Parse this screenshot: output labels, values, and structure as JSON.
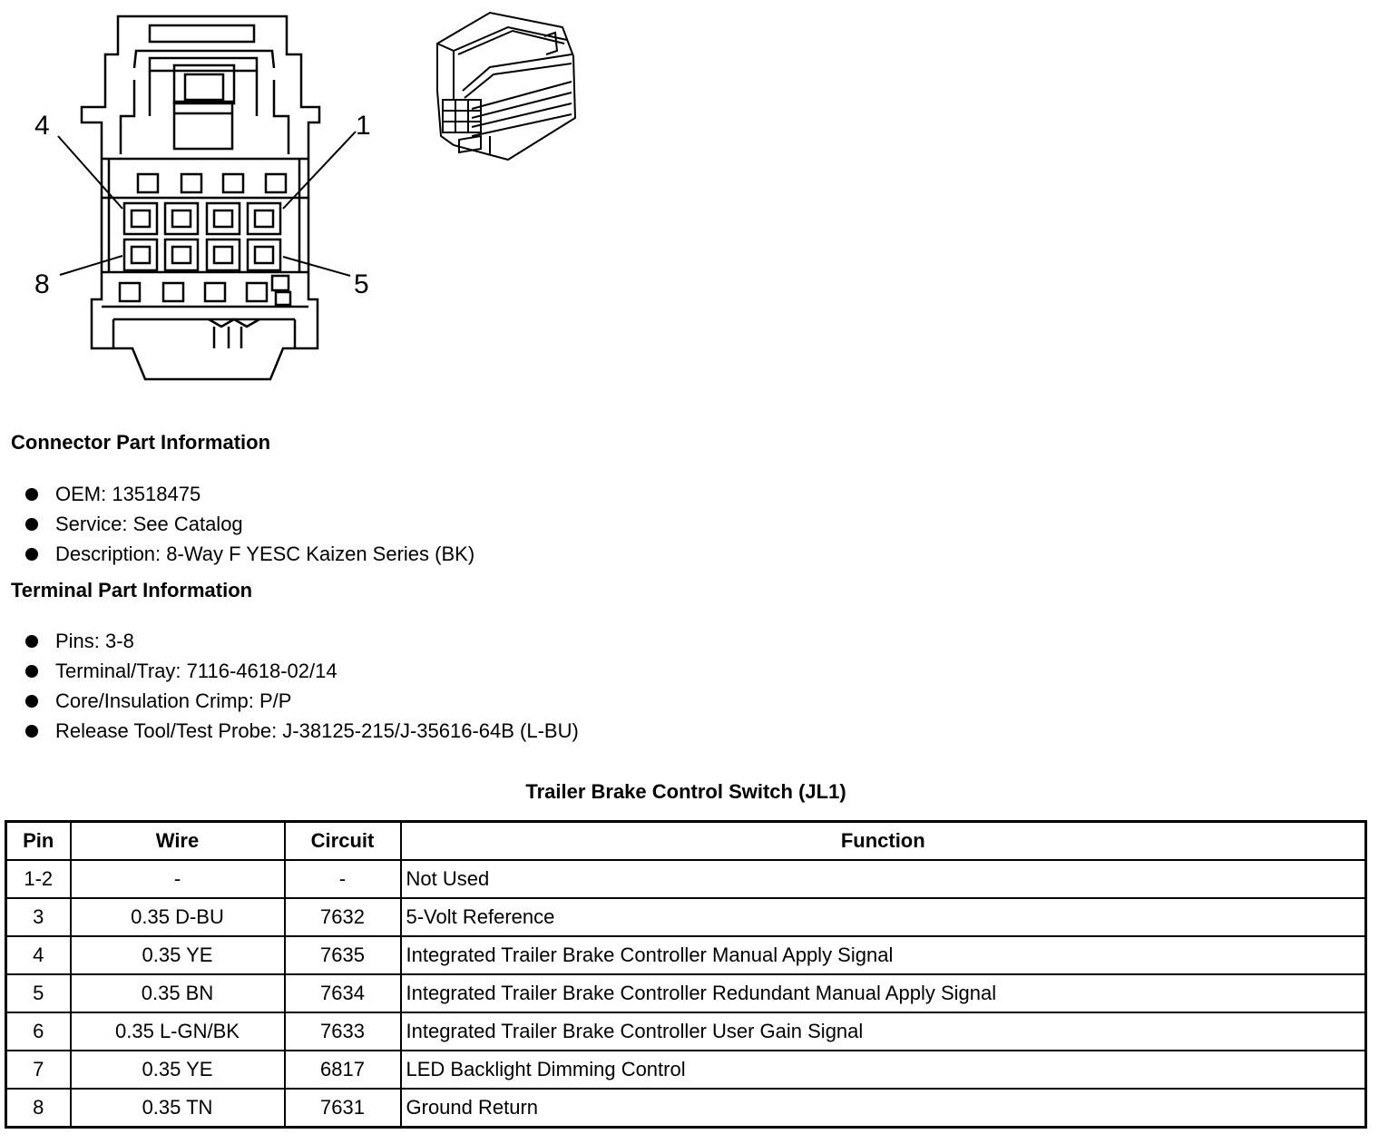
{
  "connector_diagram": {
    "callouts": [
      "4",
      "1",
      "8",
      "5"
    ]
  },
  "connector_info": {
    "heading": "Connector Part Information",
    "items": [
      "OEM: 13518475",
      "Service: See Catalog",
      "Description: 8-Way F YESC Kaizen Series (BK)"
    ]
  },
  "terminal_info": {
    "heading": "Terminal Part Information",
    "items": [
      "Pins: 3-8",
      "Terminal/Tray: 7116-4618-02/14",
      "Core/Insulation Crimp: P/P",
      "Release Tool/Test Probe: J-38125-215/J-35616-64B (L-BU)"
    ]
  },
  "table": {
    "title": "Trailer Brake Control Switch (JL1)",
    "headers": [
      "Pin",
      "Wire",
      "Circuit",
      "Function"
    ],
    "rows": [
      [
        "1-2",
        "-",
        "-",
        "Not Used"
      ],
      [
        "3",
        "0.35 D-BU",
        "7632",
        "5-Volt Reference"
      ],
      [
        "4",
        "0.35 YE",
        "7635",
        "Integrated Trailer Brake Controller Manual Apply Signal"
      ],
      [
        "5",
        "0.35 BN",
        "7634",
        "Integrated Trailer Brake Controller Redundant Manual Apply Signal"
      ],
      [
        "6",
        "0.35 L-GN/BK",
        "7633",
        "Integrated Trailer Brake Controller User Gain Signal"
      ],
      [
        "7",
        "0.35 YE",
        "6817",
        "LED Backlight Dimming Control"
      ],
      [
        "8",
        "0.35 TN",
        "7631",
        "Ground Return"
      ]
    ]
  }
}
